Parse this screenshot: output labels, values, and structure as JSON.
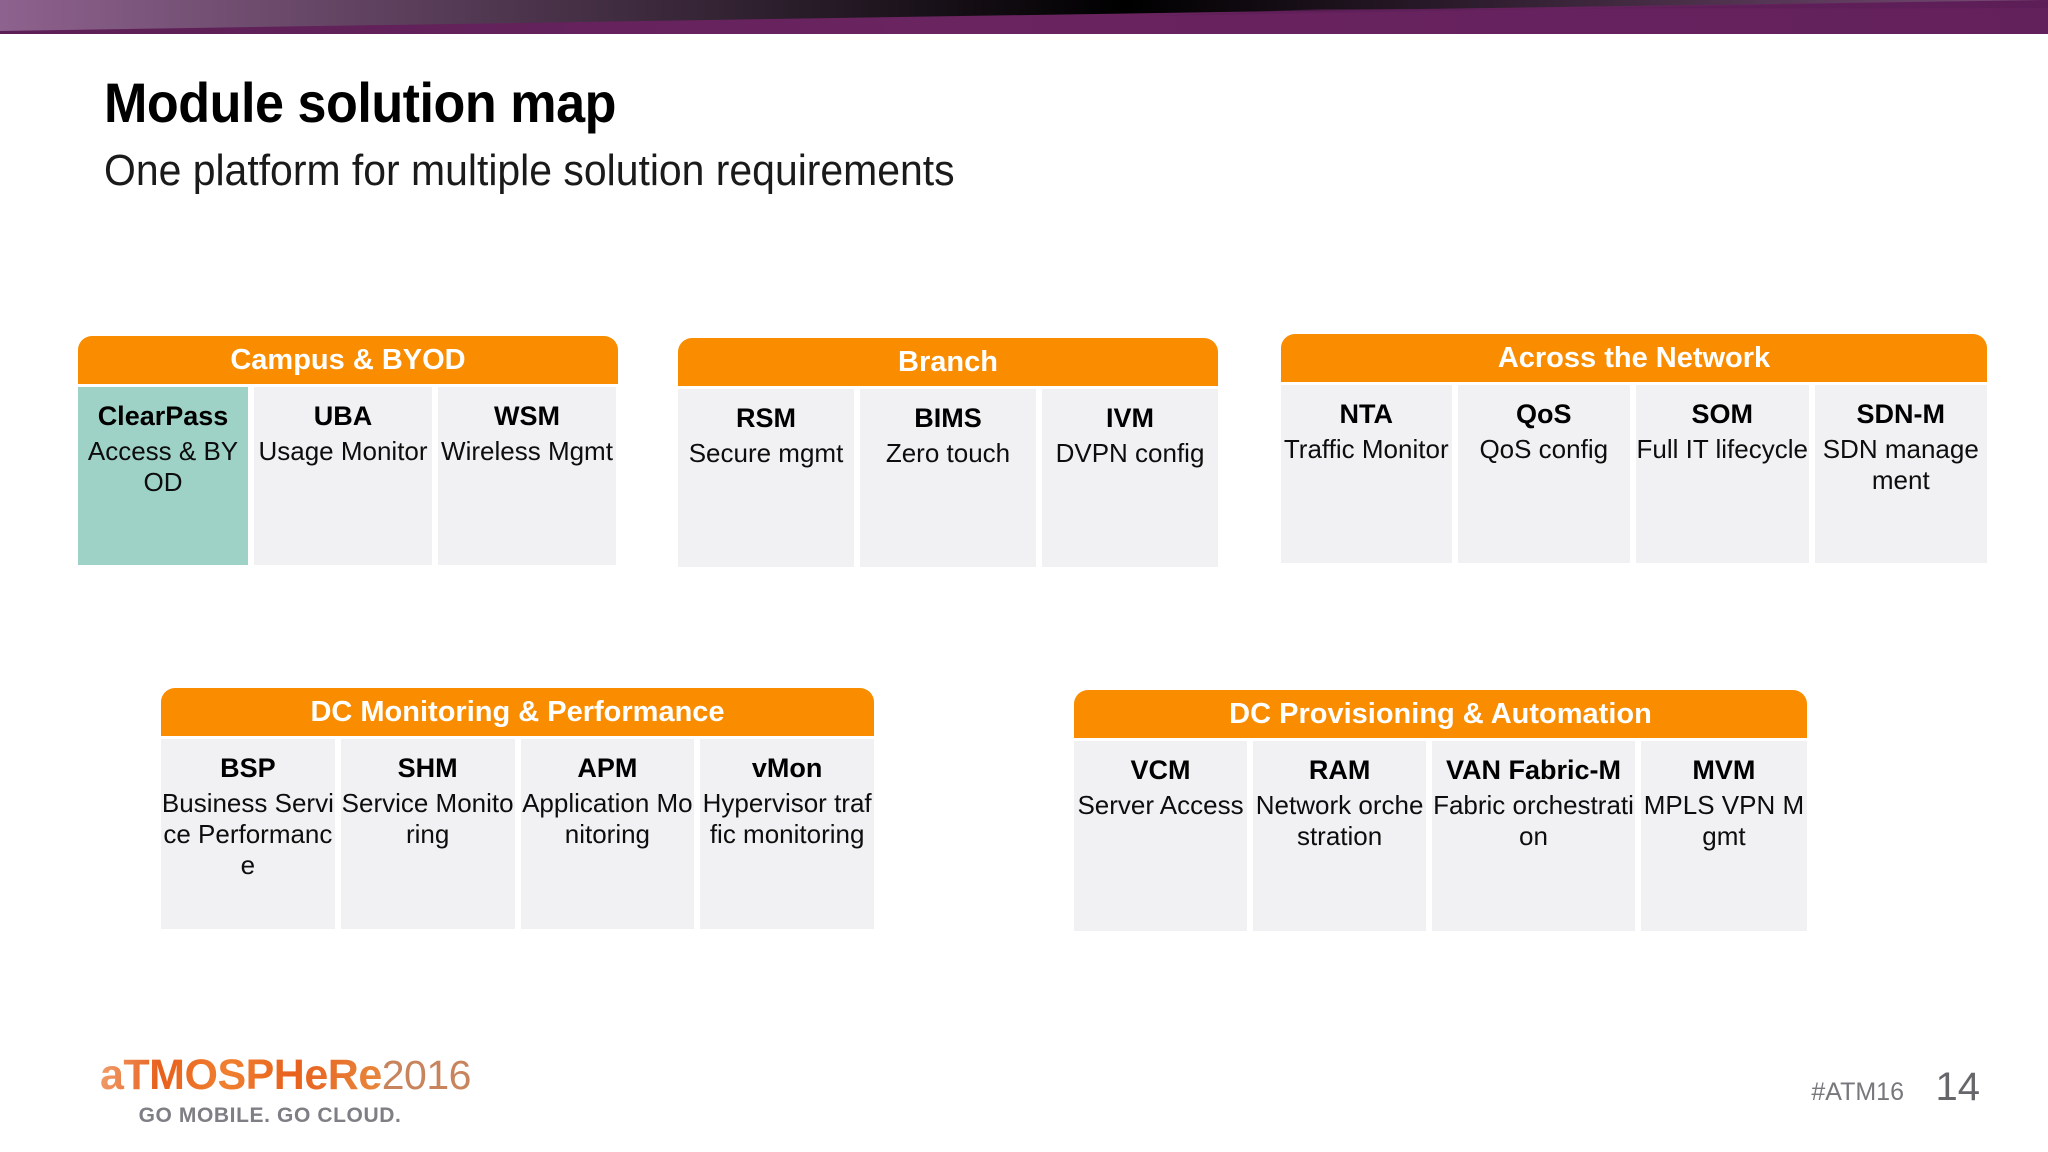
{
  "slide": {
    "title": "Module solution map",
    "subtitle": "One platform for multiple solution requirements"
  },
  "colors": {
    "group_header_orange": "#FA8C00",
    "module_box_grey": "#F1F1F3",
    "highlight_teal": "#9ED2C6",
    "banner_purple_light": "#8C5F8C",
    "banner_purple_dark": "#63215C",
    "logo_orange": "#E8601C",
    "footer_grey": "#77777C"
  },
  "groups": [
    {
      "title": "Campus & BYOD",
      "modules": [
        {
          "code": "ClearPass",
          "desc": "Access & BYOD",
          "highlight": true
        },
        {
          "code": "UBA",
          "desc": "Usage Monitor",
          "highlight": false
        },
        {
          "code": "WSM",
          "desc": "Wireless Mgmt",
          "highlight": false
        }
      ]
    },
    {
      "title": "Branch",
      "modules": [
        {
          "code": "RSM",
          "desc": "Secure mgmt",
          "highlight": false
        },
        {
          "code": "BIMS",
          "desc": "Zero touch",
          "highlight": false
        },
        {
          "code": "IVM",
          "desc": "DVPN config",
          "highlight": false
        }
      ]
    },
    {
      "title": "Across the Network",
      "modules": [
        {
          "code": "NTA",
          "desc": "Traffic Monitor",
          "highlight": false
        },
        {
          "code": "QoS",
          "desc": "QoS config",
          "highlight": false
        },
        {
          "code": "SOM",
          "desc": "Full IT lifecycle",
          "highlight": false
        },
        {
          "code": "SDN-M",
          "desc": "SDN management",
          "highlight": false
        }
      ]
    },
    {
      "title": "DC Monitoring & Performance",
      "modules": [
        {
          "code": "BSP",
          "desc": "Business Service Performance",
          "highlight": false
        },
        {
          "code": "SHM",
          "desc": "Service Monitoring",
          "highlight": false
        },
        {
          "code": "APM",
          "desc": "Application Monitoring",
          "highlight": false
        },
        {
          "code": "vMon",
          "desc": "Hypervisor traffic monitoring",
          "highlight": false
        }
      ]
    },
    {
      "title": "DC Provisioning & Automation",
      "modules": [
        {
          "code": "VCM",
          "desc": "Server Access",
          "highlight": false
        },
        {
          "code": "RAM",
          "desc": "Network orchestration",
          "highlight": false
        },
        {
          "code": "VAN Fabric-M",
          "desc": "Fabric orchestration",
          "highlight": false
        },
        {
          "code": "MVM",
          "desc": "MPLS VPN Mgmt",
          "highlight": false
        }
      ]
    }
  ],
  "footer": {
    "logo_word": "aTMOSPHeRe",
    "logo_year": "2016",
    "logo_tagline": "GO MOBILE. GO CLOUD.",
    "hashtag": "#ATM16",
    "page_number": "14"
  }
}
